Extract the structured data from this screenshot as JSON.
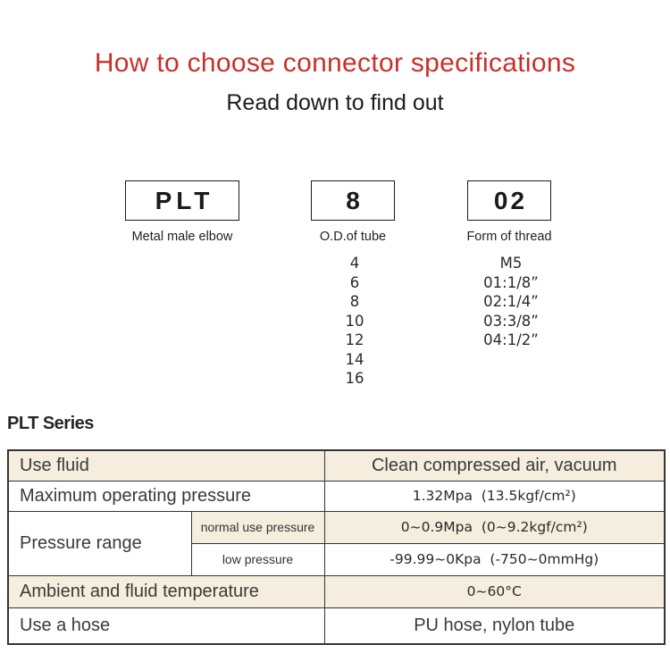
{
  "theme": {
    "accent-red": "#c9302a",
    "table-beige": "#f5edde",
    "border-dark": "#343434"
  },
  "header": {
    "title": "How to choose connector specifications",
    "subtitle": "Read down to find out"
  },
  "diagram": {
    "boxes": [
      {
        "code": "PLT",
        "label": "Metal male elbow"
      },
      {
        "code": "8",
        "label": "O.D.of tube"
      },
      {
        "code": "02",
        "label": "Form of thread"
      }
    ],
    "tube_sizes": [
      "4",
      "6",
      "8",
      "10",
      "12",
      "14",
      "16"
    ],
    "thread_forms": [
      "M5",
      "01:1/8”",
      "02:1/4”",
      "03:3/8”",
      "04:1/2”"
    ]
  },
  "series_heading": "PLT Series",
  "table": {
    "rows": [
      {
        "label": "Use fluid",
        "value": "Clean compressed air, vacuum"
      },
      {
        "label": "Maximum operating pressure",
        "value": "1.32Mpa  (13.5kgf/cm²)"
      },
      {
        "label": "Pressure range",
        "sublabel": "normal use pressure",
        "value": "0~0.9Mpa  (0~9.2kgf/cm²)"
      },
      {
        "sublabel": "low pressure",
        "value": "-99.99~0Kpa  (-750~0mmHg)"
      },
      {
        "label": "Ambient and fluid temperature",
        "value": "0~60°C"
      },
      {
        "label": "Use a hose",
        "value": "PU hose, nylon tube"
      }
    ]
  }
}
